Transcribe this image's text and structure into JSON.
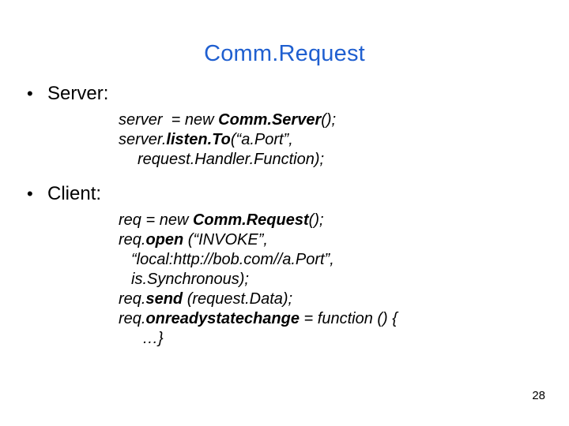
{
  "slide": {
    "title": "Comm.Request",
    "page_number": "28",
    "bullet_marker": "•",
    "sections": [
      {
        "heading": "Server:",
        "code_lines": [
          [
            {
              "text": "server  = new ",
              "bold": false
            },
            {
              "text": "Comm.Server",
              "bold": true
            },
            {
              "text": "();",
              "bold": false
            }
          ],
          [
            {
              "text": "server.",
              "bold": false
            },
            {
              "text": "listen.To",
              "bold": true
            },
            {
              "text": "(“a.Port”,",
              "bold": false
            }
          ],
          [
            {
              "text": "request.Handler.Function);",
              "bold": false
            }
          ]
        ],
        "indents": [
          0,
          0,
          1
        ]
      },
      {
        "heading": "Client:",
        "code_lines": [
          [
            {
              "text": "req = new ",
              "bold": false
            },
            {
              "text": "Comm.Request",
              "bold": true
            },
            {
              "text": "();",
              "bold": false
            }
          ],
          [
            {
              "text": "req.",
              "bold": false
            },
            {
              "text": "open",
              "bold": true
            },
            {
              "text": " (“INVOKE”,",
              "bold": false
            }
          ],
          [
            {
              "text": "“local:http://bob.com//a.Port”,",
              "bold": false
            }
          ],
          [
            {
              "text": "is.Synchronous);",
              "bold": false
            }
          ],
          [
            {
              "text": "req.",
              "bold": false
            },
            {
              "text": "send",
              "bold": true
            },
            {
              "text": " (request.Data);",
              "bold": false
            }
          ],
          [
            {
              "text": "req.",
              "bold": false
            },
            {
              "text": "onreadystatechange",
              "bold": true
            },
            {
              "text": " = function () {",
              "bold": false
            }
          ],
          [
            {
              "text": "…}",
              "bold": false
            }
          ]
        ],
        "indents": [
          0,
          0,
          2,
          2,
          0,
          0,
          3
        ]
      }
    ]
  }
}
